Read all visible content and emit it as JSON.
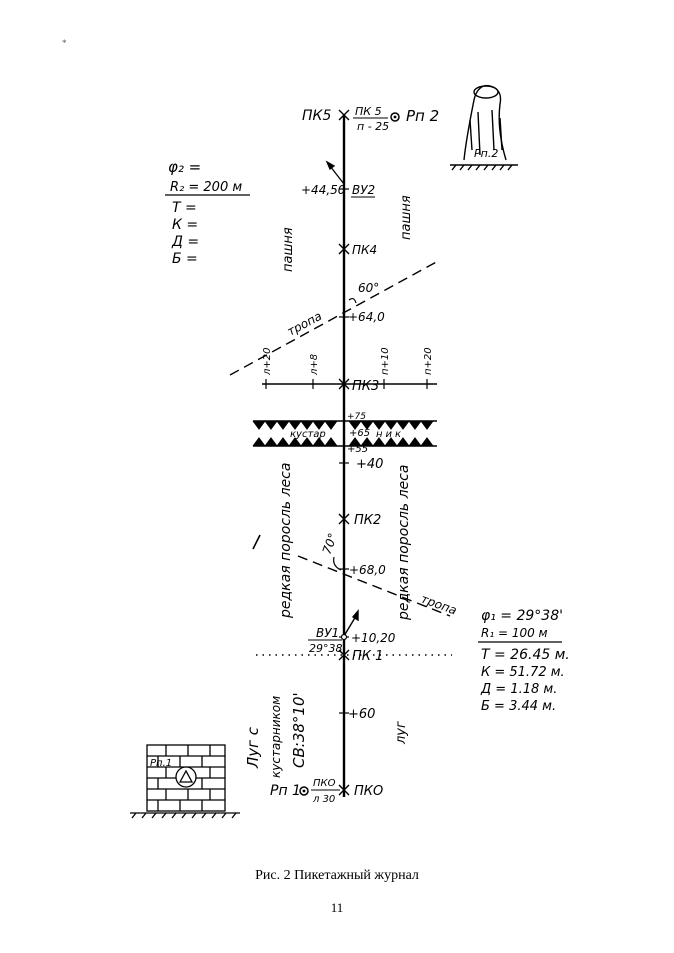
{
  "caption": "Рис. 2 Пикетажный журнал",
  "page_number": "11",
  "corner_mark": "*",
  "stations": {
    "pk5": "ПК5",
    "pk5_box_top": "ПК 5",
    "pk5_box_bottom": "п - 25",
    "rp2": "Рп 2",
    "rp2_stump": "Рп.2",
    "vu2_offset": "+44,50",
    "vu2": "ВУ2",
    "pk4": "ПК4",
    "pk3": "ПК3",
    "pk2": "ПК2",
    "pk1": "ПК 1",
    "pk0": "ПКО",
    "rp1": "Рп 1",
    "rp1_box_top": "ПКО",
    "rp1_box_bottom": "л 30",
    "rp1_wall": "Рп.1",
    "vu1": "ВУ1",
    "vu1_angle": "29°38'",
    "vu1_offset": "+10,20"
  },
  "offsets": {
    "p64": "+64,0",
    "p75": "+75",
    "p65": "+65",
    "p55": "+55",
    "p40": "+40",
    "p68": "+68,0",
    "p60": "+60",
    "l20": "л+20",
    "l8": "л+8",
    "p10": "п+10",
    "p20": "п+20"
  },
  "angles": {
    "top": "60°",
    "bottom": "70°"
  },
  "terrain": {
    "pashnya_left": "пашня",
    "pashnya_right": "пашня",
    "tropa_top": "тропа",
    "tropa_bottom": "тропа",
    "kustar1": "кустар",
    "kustar2": "ник",
    "les_left": "редкая поросль леса",
    "les_right": "редкая поросль леса",
    "lug_left1": "Луг с",
    "lug_left2": "кустарником",
    "bearing": "СВ:38°10'",
    "lug_right": "луг"
  },
  "curve2": {
    "phi": "φ₂ =",
    "radius": "R₂ = 200 м",
    "T": "Т  =",
    "K": "К  =",
    "D": "Д  =",
    "B": "Б  ="
  },
  "curve1": {
    "phi": "φ₁ = 29°38'",
    "radius": "R₁ = 100 м",
    "T": "Т = 26.45 м.",
    "K": "К =  51.72 м.",
    "D": "Д =   1.18 м.",
    "B": "Б =   3.44 м."
  }
}
